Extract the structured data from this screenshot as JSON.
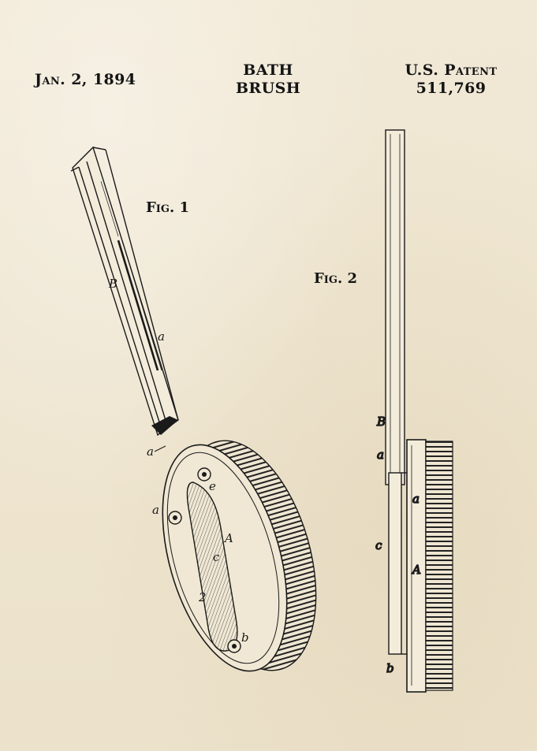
{
  "header": {
    "date": "Jan. 2, 1894",
    "title_line1": "BATH",
    "title_line2": "BRUSH",
    "patent_line1": "U.S. Patent",
    "patent_number": "511,769"
  },
  "figures": {
    "fig1_label": "Fig. 1",
    "fig2_label": "Fig. 2"
  },
  "callouts": {
    "fig1": [
      "B",
      "a",
      "a",
      "a",
      "e",
      "A",
      "c",
      "2",
      "b"
    ],
    "fig2": [
      "B",
      "a",
      "a",
      "c",
      "A",
      "b"
    ]
  },
  "colors": {
    "paper": "#efe6d2",
    "ink": "#141414"
  }
}
